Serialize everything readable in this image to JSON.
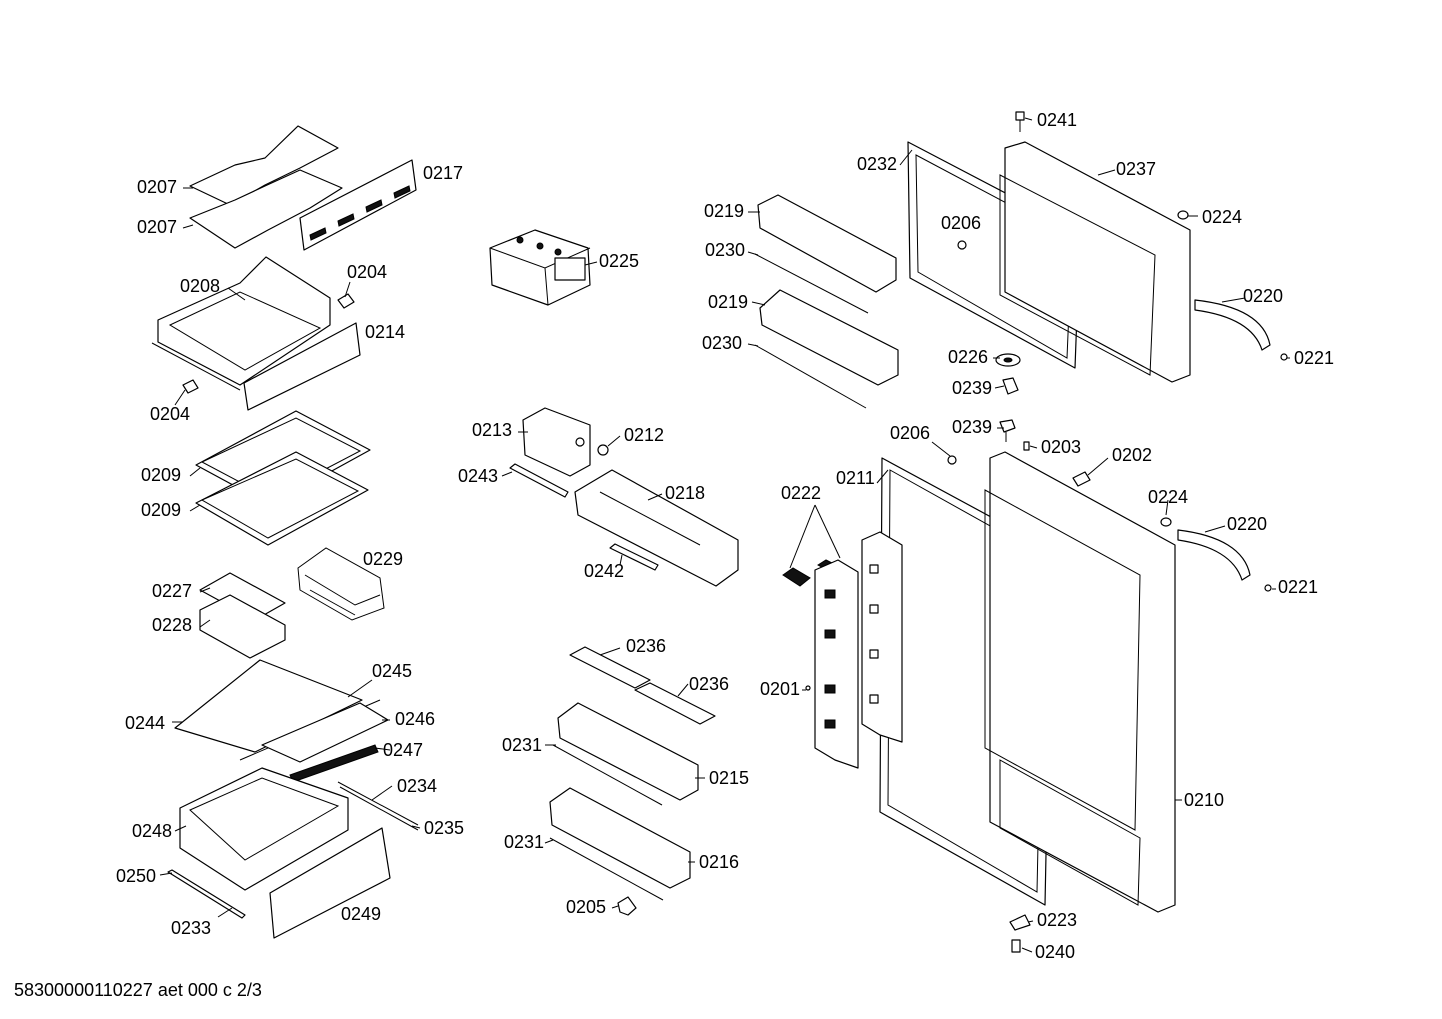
{
  "footer": "58300000110227 aet 000 c 2/3",
  "labels": [
    "0207",
    "0207",
    "0217",
    "0208",
    "0204",
    "0214",
    "0204",
    "0209",
    "0209",
    "0229",
    "0227",
    "0228",
    "0245",
    "0244",
    "0246",
    "0247",
    "0234",
    "0248",
    "0235",
    "0250",
    "0249",
    "0233",
    "0225",
    "0213",
    "0212",
    "0243",
    "0218",
    "0242",
    "0236",
    "0236",
    "0231",
    "0215",
    "0231",
    "0216",
    "0205",
    "0219",
    "0230",
    "0219",
    "0230",
    "0232",
    "0206",
    "0237",
    "0241",
    "0224",
    "0220",
    "0221",
    "0226",
    "0239",
    "0239",
    "0206",
    "0203",
    "0202",
    "0211",
    "0222",
    "0224",
    "0220",
    "0221",
    "0201",
    "0210",
    "0223",
    "0240"
  ]
}
